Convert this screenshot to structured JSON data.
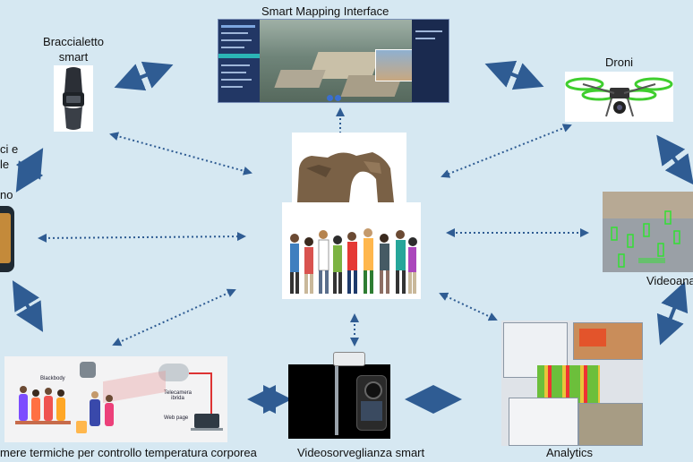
{
  "labels": {
    "smart_mapping": "Smart Mapping Interface",
    "bracelet_line1": "Braccialetto",
    "bracelet_line2": "smart",
    "drones": "Droni",
    "left_line1": "ci e",
    "left_line2": "le",
    "left_line3": "no",
    "videoanalytics": "Videoana",
    "thermal": "mere termiche per controllo temperatura corporea",
    "video_surveillance": "Videosorveglianza smart",
    "analytics": "Analytics"
  },
  "thermal_panel": {
    "blackbody": "Blackbody",
    "camera": "Telecamera\nibrida",
    "webpage": "Web page"
  },
  "colors": {
    "background": "#d6e8f2",
    "arrow_solid": "#2f5c93",
    "arrow_dotted": "#2f5c93"
  }
}
